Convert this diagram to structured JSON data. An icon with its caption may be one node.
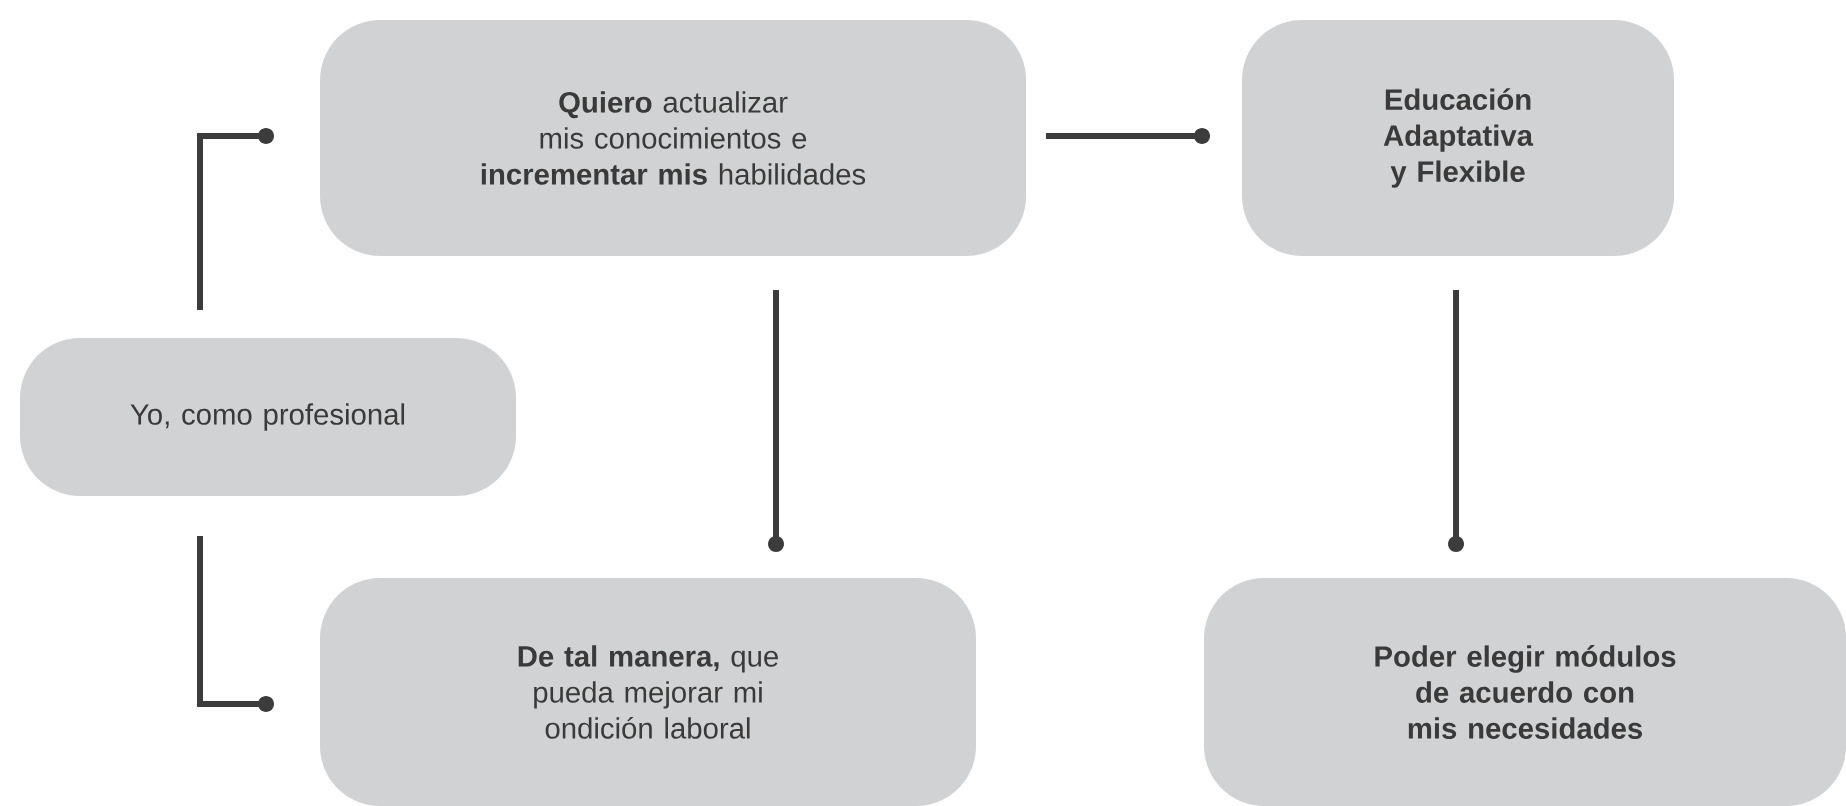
{
  "diagram": {
    "nodes": [
      {
        "text": [
          "Yo, como profesional"
        ]
      },
      {
        "text": [
          "**Quiero** actualizar mis conocimientos e **incrementar mis** habilidades"
        ]
      },
      {
        "text": [
          "Educación Adaptativa y Flexible"
        ]
      },
      {
        "text": [
          "**De tal manera,** que pueda mejorar mi ondición laboral"
        ]
      },
      {
        "text": [
          "Poder elegir módulos de acuerdo con mis necesidades"
        ]
      }
    ],
    "edges": [
      {
        "from": 0,
        "to": 1,
        "arrow": "other"
      },
      {
        "from": 0,
        "to": 3,
        "arrow": "other"
      },
      {
        "from": 1,
        "to": 2,
        "arrow": "other"
      },
      {
        "from": 1,
        "to": 3,
        "arrow": "other"
      },
      {
        "from": 2,
        "to": 4,
        "arrow": "other"
      }
    ]
  }
}
